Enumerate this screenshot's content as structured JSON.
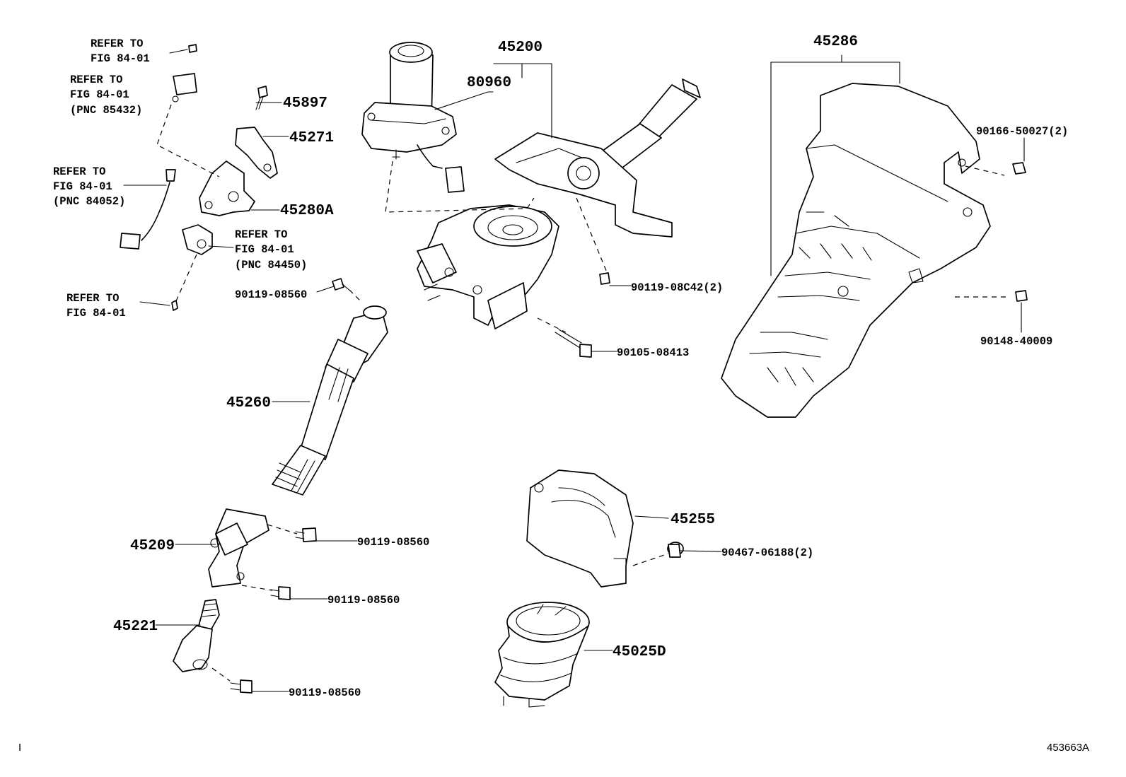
{
  "parts": {
    "p45200": "45200",
    "p80960": "80960",
    "p45286": "45286",
    "p45897": "45897",
    "p45271": "45271",
    "p45280A": "45280A",
    "p45260": "45260",
    "p45209": "45209",
    "p45221": "45221",
    "p45255": "45255",
    "p45025D": "45025D"
  },
  "fasteners": {
    "f1": "90119-08560",
    "f2": "90119-08C42(2)",
    "f3": "90105-08413",
    "f4": "90166-50027(2)",
    "f5": "90148-40009",
    "f6": "90119-08560",
    "f7": "90467-06188(2)",
    "f8": "90119-08560",
    "f9": "90119-08560"
  },
  "refs": {
    "r1": [
      "REFER TO",
      "FIG 84-01"
    ],
    "r2": [
      "REFER TO",
      "FIG 84-01",
      "(PNC 85432)"
    ],
    "r3": [
      "REFER TO",
      "FIG 84-01",
      "(PNC 84052)"
    ],
    "r4": [
      "REFER TO",
      "FIG 84-01",
      "(PNC 84450)"
    ],
    "r5": [
      "REFER TO",
      "FIG 84-01"
    ]
  },
  "footer": {
    "left_mark": "I",
    "figure_code": "453663A"
  }
}
